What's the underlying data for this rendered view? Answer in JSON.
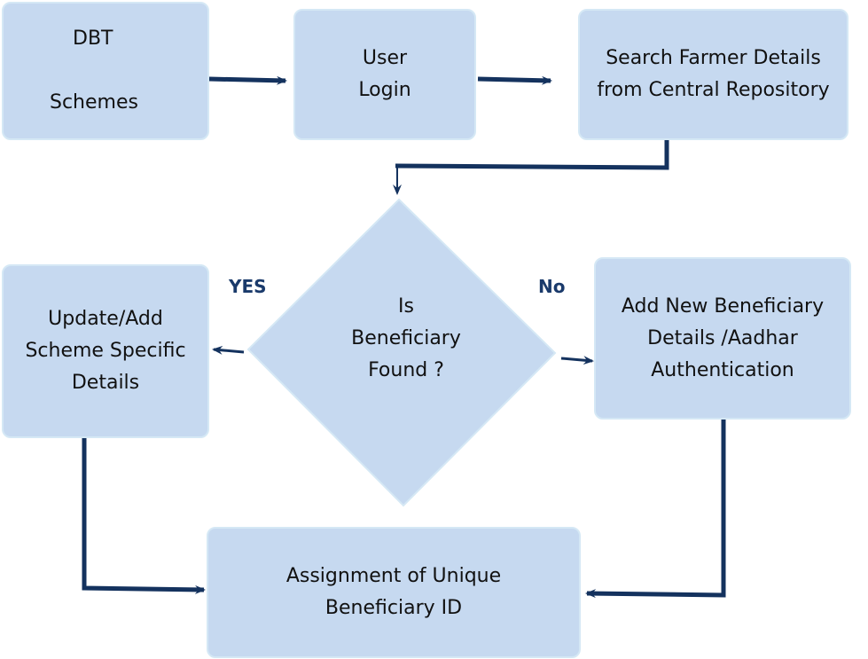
{
  "nodes": {
    "dbt": {
      "line1": "DBT",
      "line2": "Schemes"
    },
    "login": {
      "line1": "User",
      "line2": "Login"
    },
    "search": {
      "line1": "Search Farmer Details",
      "line2": "from Central Repository"
    },
    "decision": {
      "line1": "Is",
      "line2": "Beneficiary",
      "line3": "Found ?"
    },
    "update": {
      "line1": "Update/Add",
      "line2": "Scheme Specific",
      "line3": "Details"
    },
    "add_new": {
      "line1": "Add New Beneficiary",
      "line2": "Details /Aadhar",
      "line3": "Authentication"
    },
    "assign": {
      "line1": "Assignment of Unique",
      "line2": "Beneficiary ID"
    }
  },
  "edge_labels": {
    "yes": "YES",
    "no": "No"
  },
  "colors": {
    "box_fill": "#c6d9f0",
    "box_border": "#d5e8f5",
    "arrow": "#14325e"
  }
}
